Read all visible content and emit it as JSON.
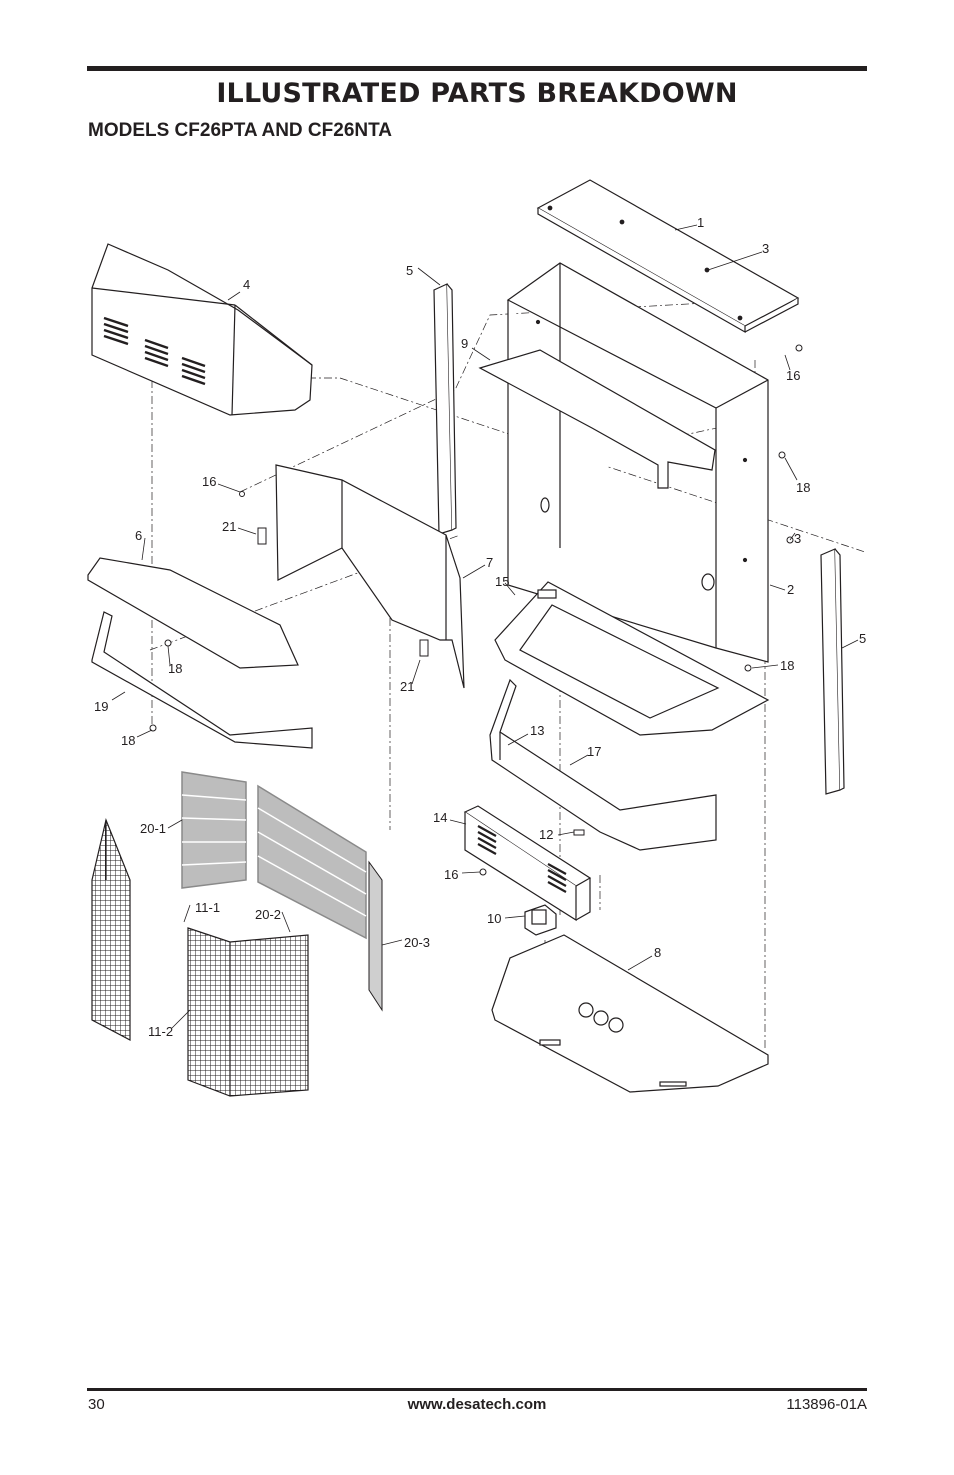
{
  "header": {
    "title": "ILLUSTRATED PARTS BREAKDOWN",
    "subtitle": "MODELS CF26PTA AND CF26NTA"
  },
  "diagram": {
    "callouts": [
      "1",
      "3",
      "5",
      "4",
      "9",
      "16",
      "16",
      "18",
      "21",
      "3",
      "6",
      "7",
      "15",
      "2",
      "5",
      "18",
      "18",
      "21",
      "19",
      "13",
      "18",
      "17",
      "20-1",
      "14",
      "12",
      "16",
      "11-1",
      "20-2",
      "10",
      "20-3",
      "8",
      "11-2"
    ]
  },
  "footer": {
    "page_number": "30",
    "website": "www.desatech.com",
    "doc_number": "113896-01A"
  }
}
